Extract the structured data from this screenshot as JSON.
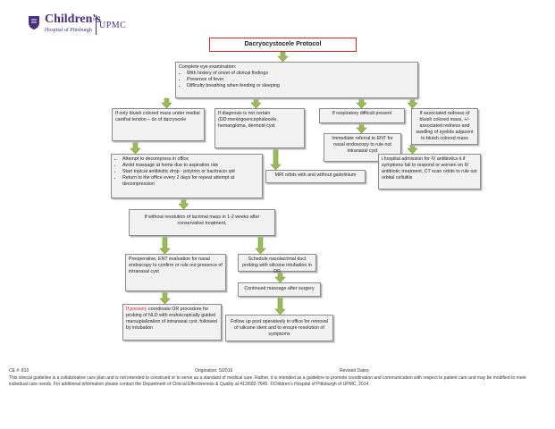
{
  "logo": {
    "name": "Children's",
    "subtitle": "Hospital of Pittsburgh",
    "of": "of",
    "partner": "UPMC"
  },
  "title": "Dacryocystocele Protocol",
  "exam": {
    "heading": "Complete eye examination:",
    "items": [
      "With history of onset of clinical findings",
      "Presence of fever",
      "Difficulty breathing when feeding or sleeping"
    ]
  },
  "branch_bluish": "If only bluish colored mass under medial canthal tendon – dx of dacryocele",
  "branch_uncertain": "If diagnosis is not certain (DD:meningoencephalocele, hemangioma, dermoid cyst",
  "branch_respiratory": "If respiratory difficult present",
  "branch_redness": "If associated redness of bluish colored mass, +/- associated redness and swelling of eyelids adjacent to bluish colored mass",
  "ent_referral": "Immediate referral to ENT for nasal endoscopy to rule out intranasal cyst",
  "conservative": [
    "Attempt to decompress in office",
    "Avoid massage at home due to aspiration risk",
    "Start topical antibioitic drop - polytrim or bacitracin qid",
    "Return to the office every 2 days for repeat attempt at decompression"
  ],
  "mri": "MRI orbits with and without gadolinium",
  "hospital": "i.hospital admission for IV antibiotics ii.if symptoms fail to respond or worsen on IV antibiotic treatment, CT scan orbits to rule out orbital cellulitis",
  "no_resolution": "If without resolution of lacrimal mass in 1-2 weeks after conservative treatment,",
  "preoperative": "Preoperative, ENT evaluation for nasal endoscopy to confirm or rule out presence of intranasal cyst",
  "schedule": "Schedule nasolacrimal duct probing with silicone intubation in OR",
  "if_present_label": "If present,",
  "if_present_rest": " coordinate OR procedure for probing of NLD with endoscopically guided marsupialization of intranasal cyst, followed by intubation",
  "continued_massage": "Continued massage after surgery",
  "follow_up": "Follow up post operatively in office for removal of silicone stent and to ensure resolution of symptoms",
  "footer": {
    "ce": "CE #: 810",
    "origination": "Origination: 5/2016",
    "revised": "Revised Dates:",
    "disclaimer": "This clinical guideline is a collaborative care plan and is not intended to construed or to serve as a standard of medical care. Rather, it is intended as a guideline to promote coordination and communication with respect to patient care and may be modified to meet individual care needs. For additional information please contact the Department of Clinical Effectiveness & Quality at 412/692-7645. ©Children's Hospital of Pittsburgh of UPMC, 2014"
  },
  "colors": {
    "arrow": "#9bbb59",
    "title_border": "#d42a2a",
    "logo": "#4a2f7a"
  }
}
